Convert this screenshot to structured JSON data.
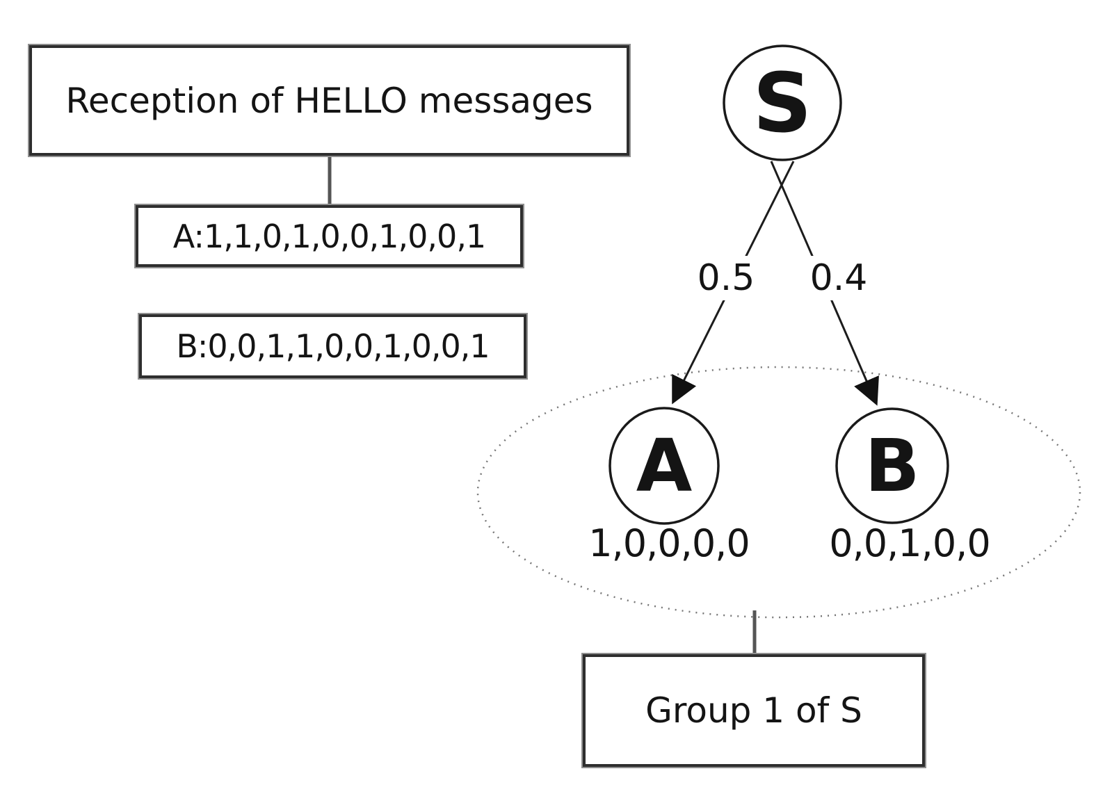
{
  "diagram": {
    "reception_box": {
      "label": "Reception of HELLO messages"
    },
    "message_a_box": {
      "label": "A:1,1,0,1,0,0,1,0,0,1"
    },
    "message_b_box": {
      "label": "B:0,0,1,1,0,0,1,0,0,1"
    },
    "nodes": {
      "s": {
        "label": "S"
      },
      "a": {
        "label": "A",
        "vector": "1,0,0,0,0"
      },
      "b": {
        "label": "B",
        "vector": "0,0,1,0,0"
      }
    },
    "edges": {
      "s_to_a": {
        "weight": "0.5"
      },
      "s_to_b": {
        "weight": "0.4"
      }
    },
    "group_box": {
      "label": "Group 1 of S"
    },
    "colors": {
      "line": "#1c1c1c",
      "connector": "#555555",
      "ellipse_dots": "#777777",
      "text": "#141414"
    }
  }
}
